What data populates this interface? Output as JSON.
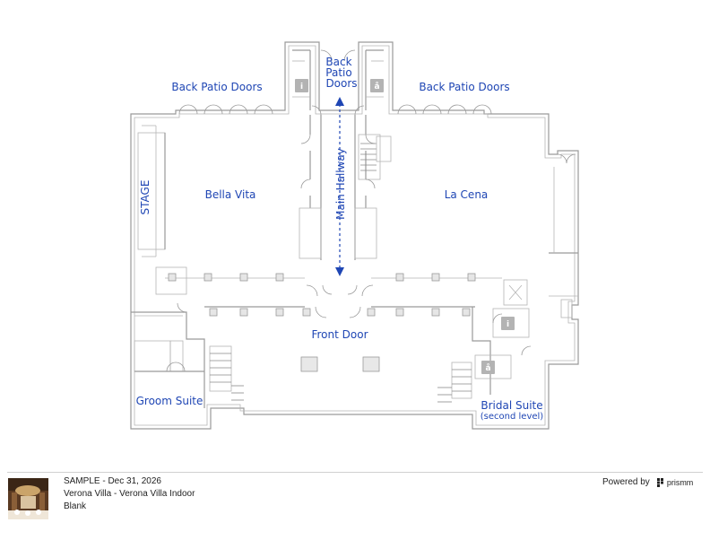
{
  "plan": {
    "rooms": {
      "back_patio_doors_left": "Back Patio Doors",
      "back_patio_top_1": "Back",
      "back_patio_top_2": "Patio",
      "back_patio_top_3": "Doors",
      "back_patio_doors_right": "Back Patio Doors",
      "stage": "STAGE",
      "bella_vita": "Bella Vita",
      "main_hallway": "Main Hallway",
      "la_cena": "La Cena",
      "front_door": "Front Door",
      "groom_suite": "Groom Suite",
      "bridal_suite": "Bridal Suite",
      "bridal_suite_note": "(second level)"
    },
    "icons": [
      "restroom-icon",
      "arrow-icon",
      "stairs",
      "elevator"
    ],
    "colors": {
      "label": "#1f46b4",
      "wall": "#9a9a9a"
    }
  },
  "footer": {
    "line1": "SAMPLE - Dec 31, 2026",
    "line2": "Verona Villa - Verona Villa Indoor",
    "line3": "Blank",
    "powered_by": "Powered by",
    "brand": "prismm"
  }
}
